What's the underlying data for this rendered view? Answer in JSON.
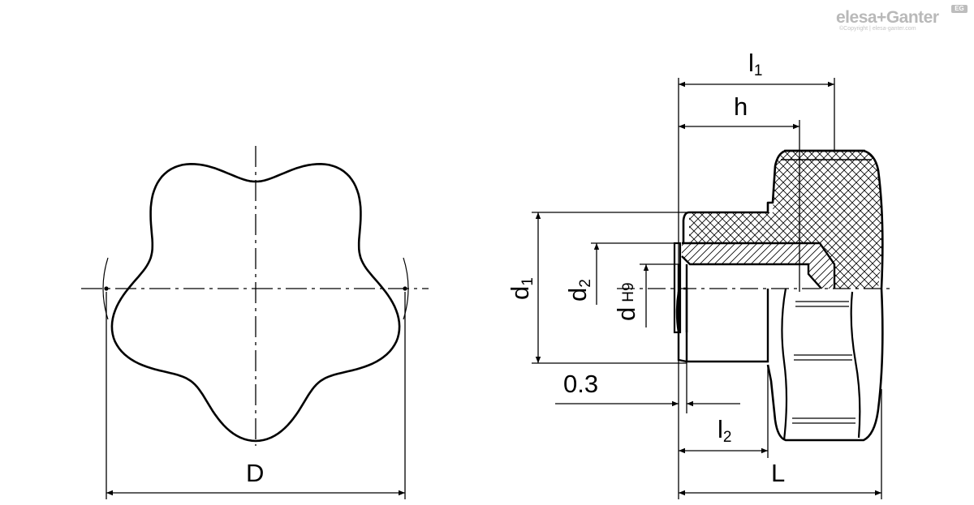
{
  "brand": {
    "name": "elesa+Ganter",
    "badge": "EG",
    "copyright": "©Copyright | elesa-ganter.com"
  },
  "dimensions": {
    "D": "D",
    "l1": {
      "main": "l",
      "sub": "1"
    },
    "h": "h",
    "d1": {
      "main": "d",
      "sub": "1"
    },
    "d2": {
      "main": "d",
      "sub": "2"
    },
    "d": {
      "main": "d",
      "tol": "H9"
    },
    "gap": "0.3",
    "l2": {
      "main": "l",
      "sub": "2"
    },
    "L": "L"
  }
}
